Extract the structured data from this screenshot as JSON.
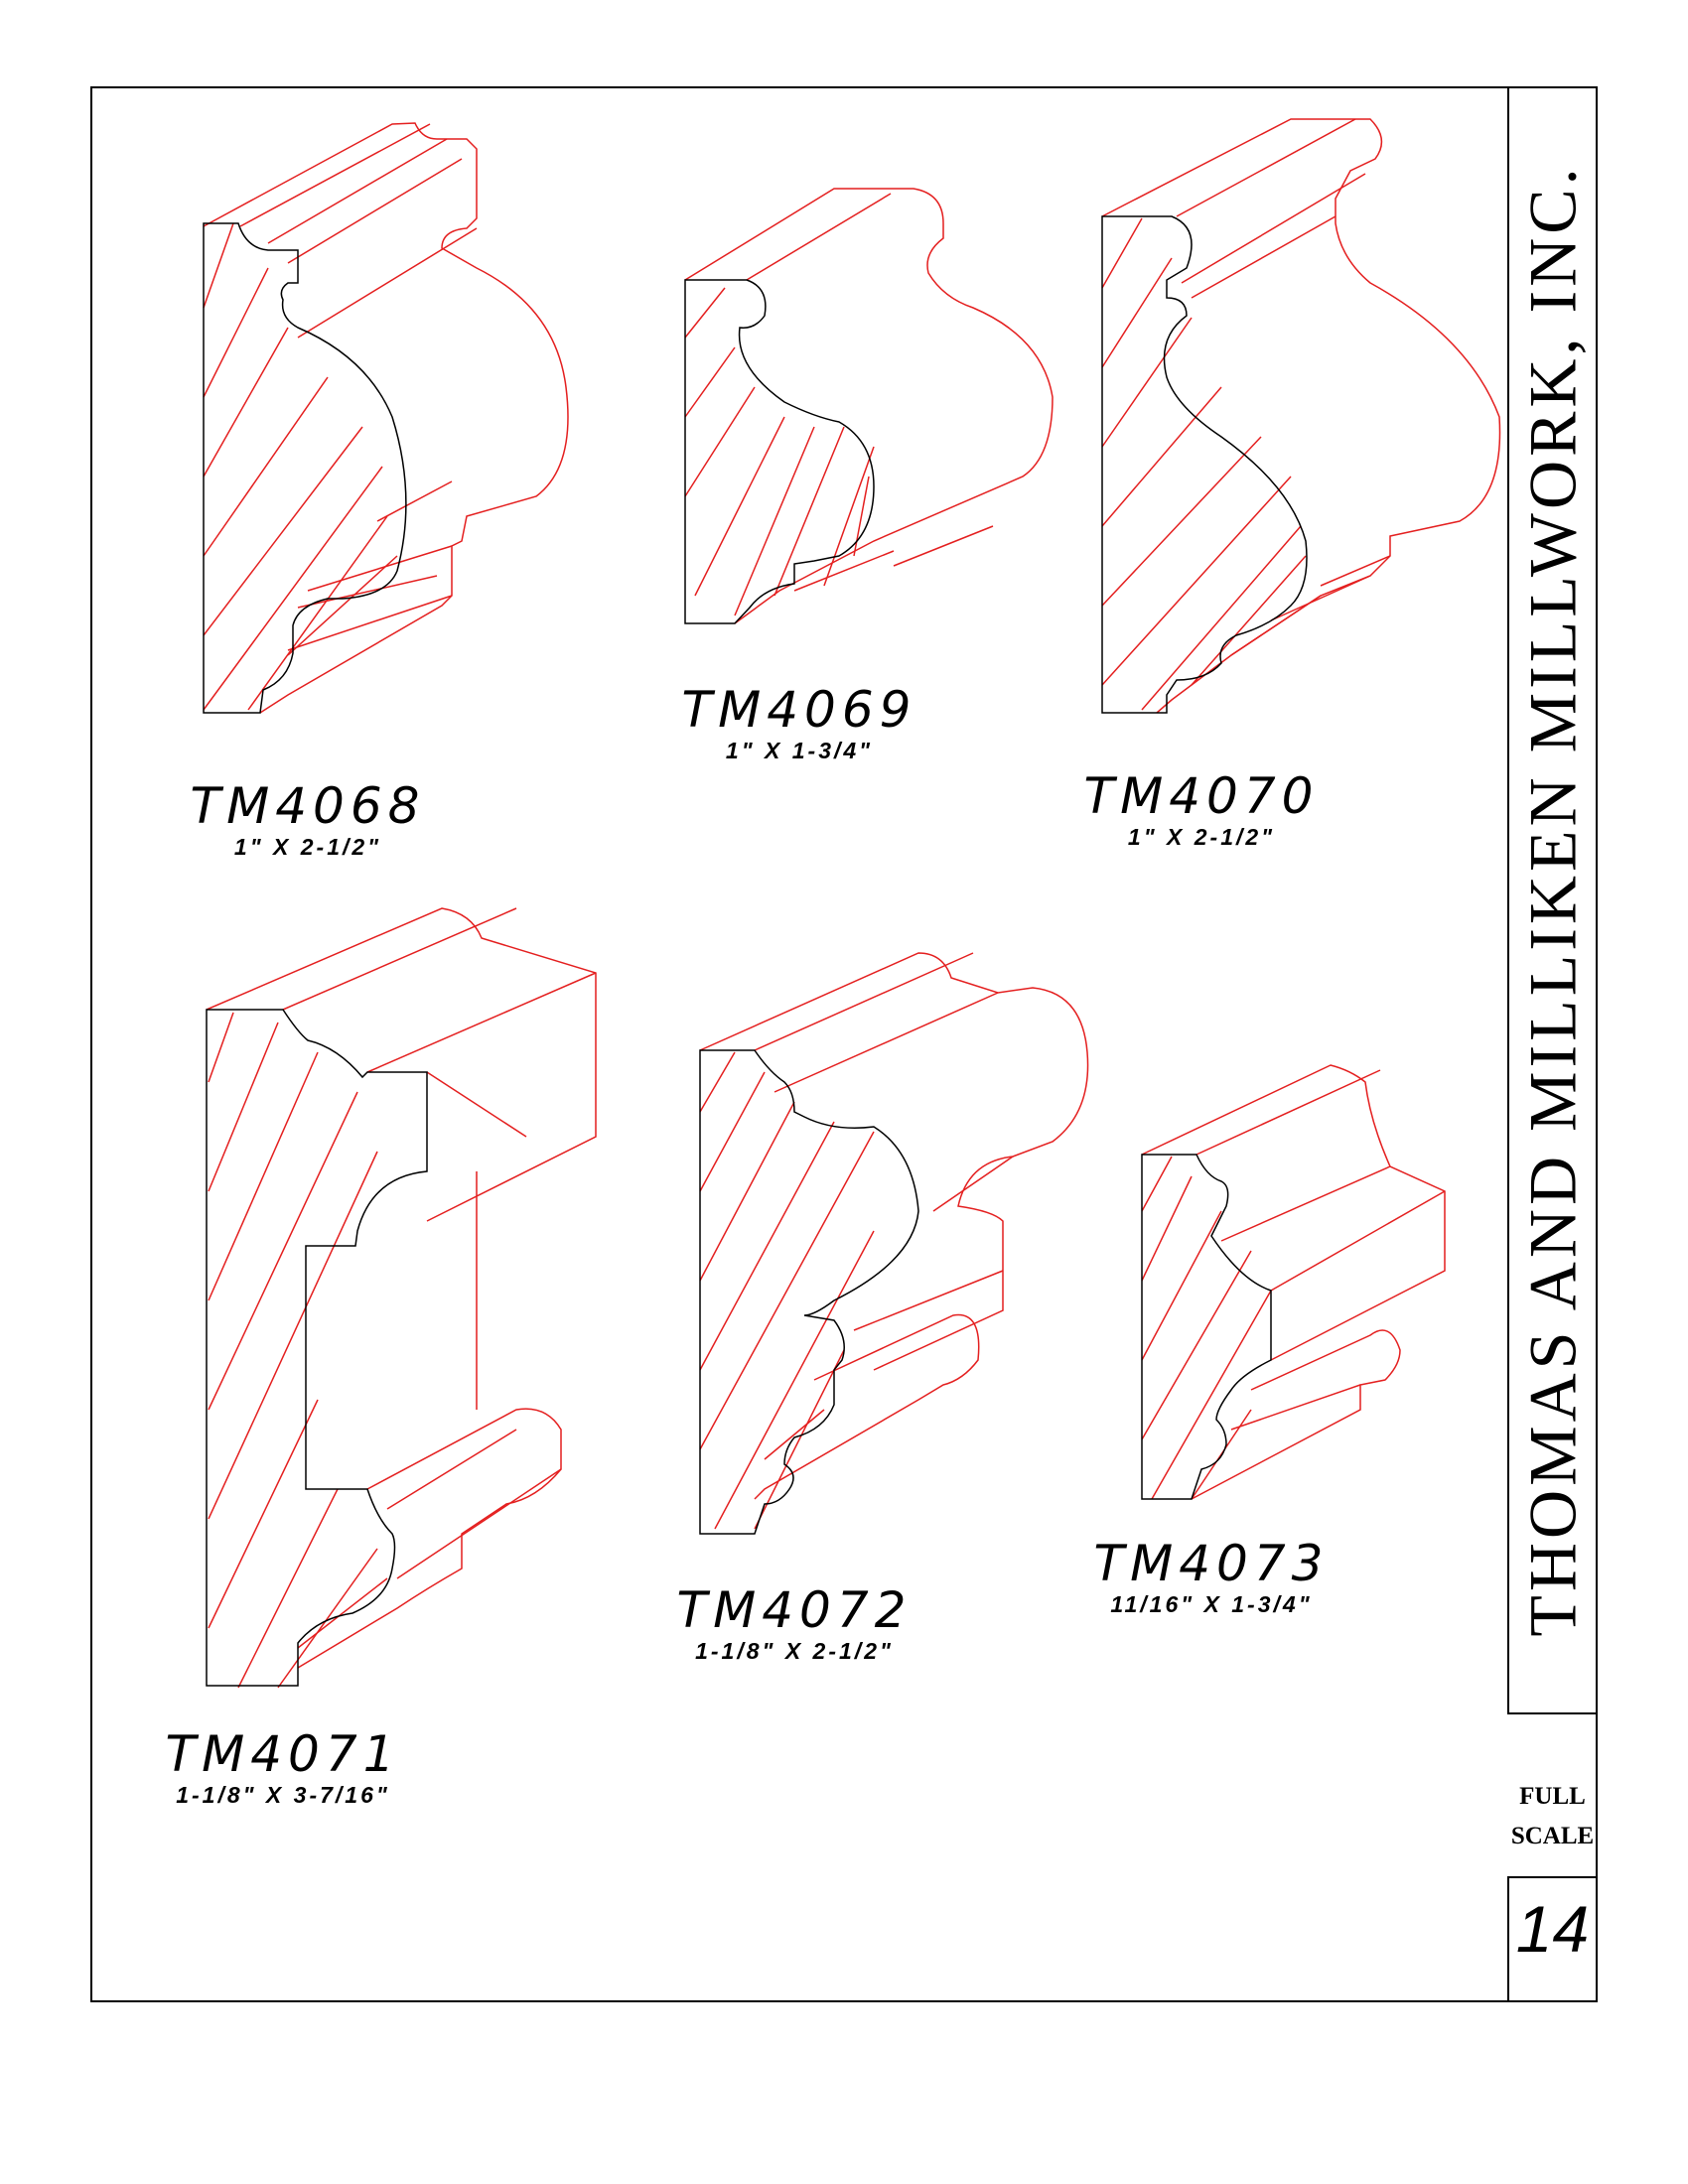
{
  "sheet": {
    "company": "THOMAS AND MILLIKEN MILLWORK, INC.",
    "scale_line1": "FULL",
    "scale_line2": "SCALE",
    "page_number": "14"
  },
  "profiles": [
    {
      "code": "TM4068",
      "size": "1\"  X  2-1/2\""
    },
    {
      "code": "TM4069",
      "size": "1\"  X  1-3/4\""
    },
    {
      "code": "TM4070",
      "size": "1\"  X  2-1/2\""
    },
    {
      "code": "TM4071",
      "size": "1-1/8\"  X  3-7/16\""
    },
    {
      "code": "TM4072",
      "size": "1-1/8\"  X  2-1/2\""
    },
    {
      "code": "TM4073",
      "size": "11/16\"  X  1-3/4\""
    }
  ],
  "colors": {
    "outline": "#000000",
    "hatch_and_projection": "#e41f1f"
  }
}
